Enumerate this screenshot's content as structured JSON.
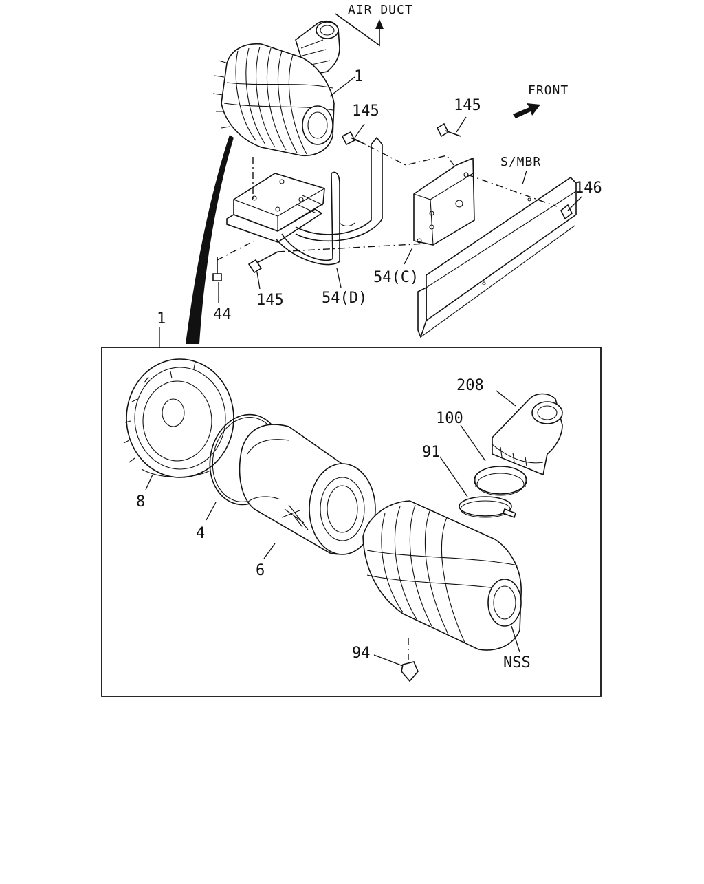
{
  "labels": {
    "air_duct": "AIR DUCT",
    "front": "FRONT",
    "s_mbr": "S/MBR",
    "p1_top": "1",
    "p145_a": "145",
    "p145_b": "145",
    "p145_c": "145",
    "p146": "146",
    "p54c": "54(C)",
    "p54d": "54(D)",
    "p44": "44",
    "p1_box": "1",
    "p8": "8",
    "p4": "4",
    "p6": "6",
    "p208": "208",
    "p100": "100",
    "p91": "91",
    "p94": "94",
    "nss": "NSS"
  }
}
